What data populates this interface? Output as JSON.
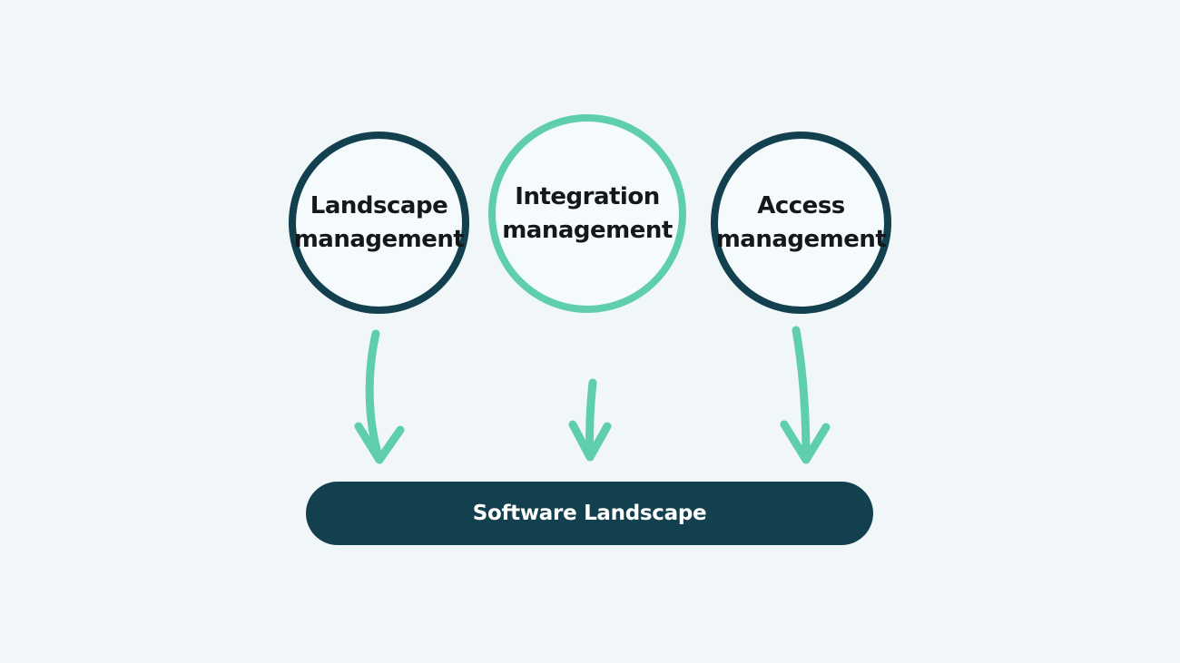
{
  "diagram": {
    "background_color": "#F1F6F9",
    "nodes": [
      {
        "id": "landscape-management",
        "lines": [
          "Landscape",
          "management"
        ],
        "border_color": "#13404E",
        "fill_color": "#F5FAFC",
        "text_color": "#15181A"
      },
      {
        "id": "integration-management",
        "lines": [
          "Integration",
          "management"
        ],
        "border_color": "#5FCEAF",
        "fill_color": "#F5FAFC",
        "text_color": "#15181A"
      },
      {
        "id": "access-management",
        "lines": [
          "Access",
          "management"
        ],
        "border_color": "#13404E",
        "fill_color": "#F5FAFC",
        "text_color": "#15181A"
      }
    ],
    "arrows": {
      "color": "#5FCEAF",
      "count": 3
    },
    "target": {
      "label": "Software Landscape",
      "background_color": "#13404E",
      "text_color": "#FFFFFF"
    }
  }
}
